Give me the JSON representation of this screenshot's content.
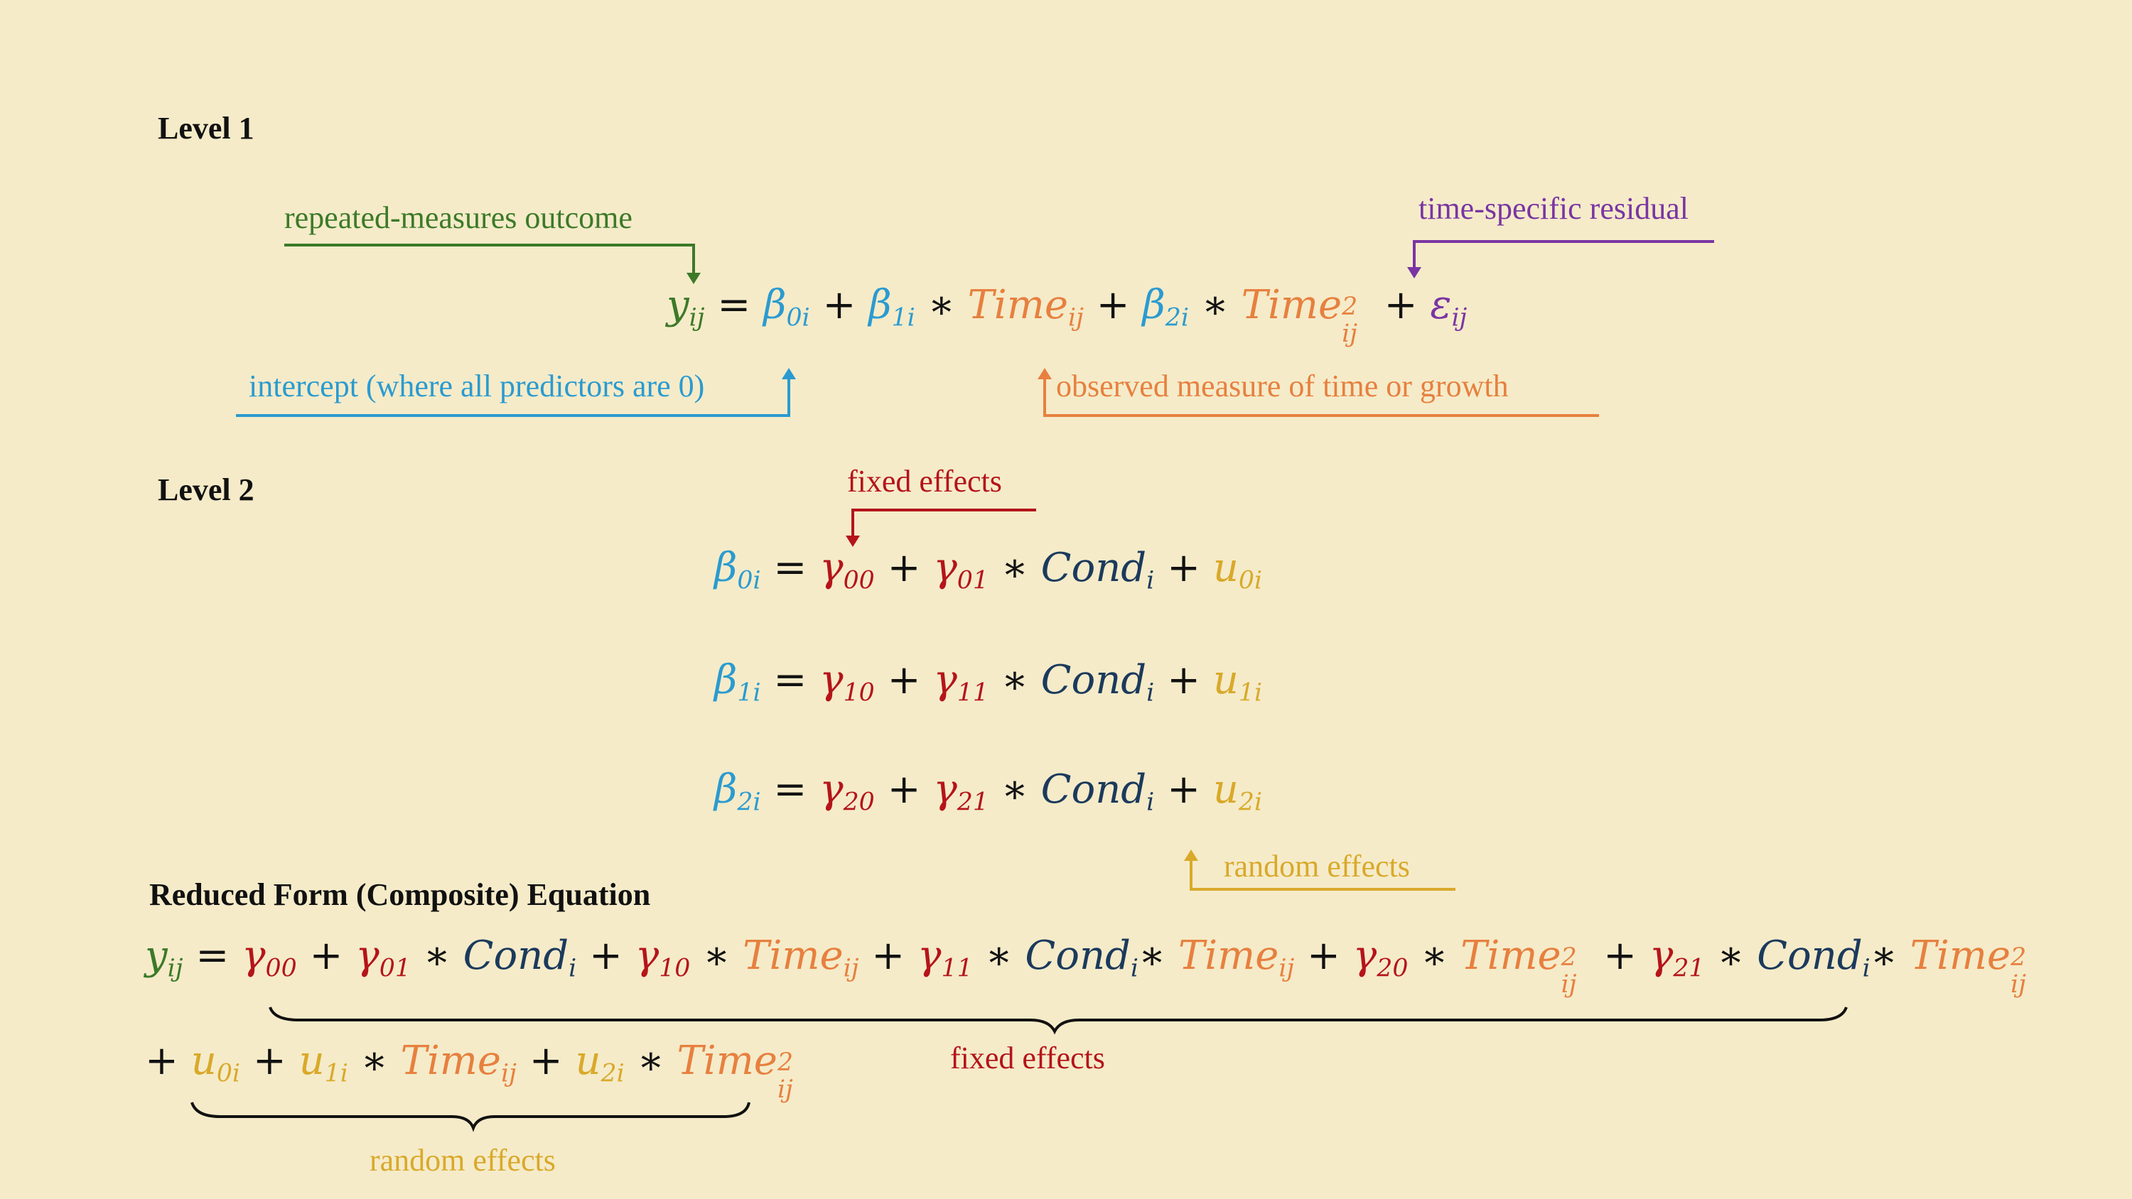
{
  "headings": {
    "level1": "Level 1",
    "level2": "Level 2",
    "reduced": "Reduced Form (Composite) Equation"
  },
  "annotations": {
    "repeated_measures_outcome": "repeated-measures outcome",
    "time_specific_residual": "time-specific residual",
    "intercept": "intercept (where all predictors are 0)",
    "observed_time": "observed measure of time or growth",
    "fixed_effects_top": "fixed effects",
    "random_effects_right": "random effects",
    "fixed_effects_bottom": "fixed effects",
    "random_effects_bottom": "random effects"
  },
  "symbols": {
    "y": "y",
    "beta": "β",
    "gamma": "γ",
    "epsilon": "ε",
    "u": "u",
    "time": "Time",
    "cond": "Cond",
    "sub_ij": "ij",
    "sub_i": "i",
    "sup_2": "2",
    "sub_0i": "0i",
    "sub_1i": "1i",
    "sub_2i": "2i",
    "sub_00": "00",
    "sub_01": "01",
    "sub_10": "10",
    "sub_11": "11",
    "sub_20": "20",
    "sub_21": "21"
  },
  "operators": {
    "equals": "=",
    "plus": "+",
    "times": "∗"
  },
  "colors": {
    "background": "#f5ebc9",
    "outcome": "#3c7a28",
    "beta": "#2a9bd0",
    "time": "#e7803f",
    "residual": "#7a35a3",
    "fixed": "#b5141a",
    "condition": "#1b3a5c",
    "random": "#d9a92a"
  }
}
